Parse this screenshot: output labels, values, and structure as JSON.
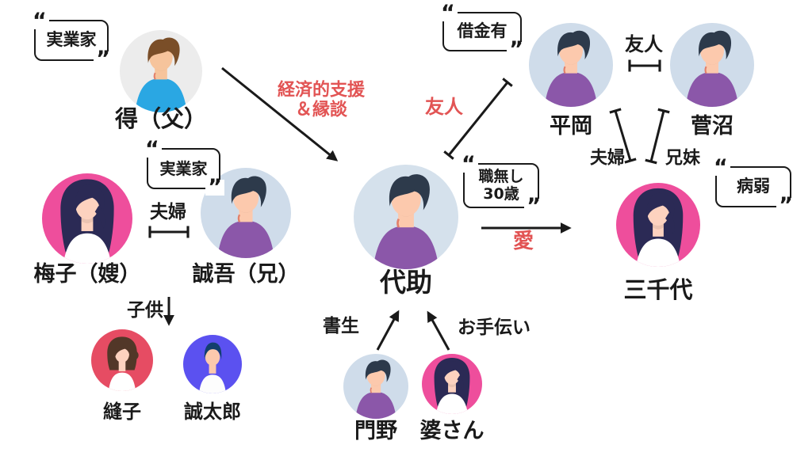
{
  "colors": {
    "relation_red": "#e25454",
    "text_black": "#1a1a1a",
    "line_black": "#1a1a1a"
  },
  "decor": {
    "open_quote": "“",
    "close_quote": "”"
  },
  "people": {
    "toku": {
      "name": "得（父）",
      "avatar": {
        "kind": "man",
        "bg": "#ececec",
        "hair": "#7a4e28",
        "shirt": "#2aa7e3",
        "skin": "#f6c49c"
      }
    },
    "hiraoka": {
      "name": "平岡",
      "avatar": {
        "kind": "man",
        "bg": "#cfdcea",
        "hair": "#2d3a4b",
        "shirt": "#8b57a9",
        "skin": "#fcc9ad"
      }
    },
    "suganuma": {
      "name": "菅沼",
      "avatar": {
        "kind": "man",
        "bg": "#cfdcea",
        "hair": "#2d3a4b",
        "shirt": "#8b57a9",
        "skin": "#fcc9ad"
      }
    },
    "daisuke": {
      "name": "代助",
      "avatar": {
        "kind": "man",
        "bg": "#d5e1ec",
        "hair": "#2d3a4b",
        "shirt": "#8b57a9",
        "skin": "#fcc9ad"
      }
    },
    "michiyo": {
      "name": "三千代",
      "avatar": {
        "kind": "woman",
        "bg": "#ee4e9c",
        "hair": "#2b2a55",
        "skin": "#fdd2bf",
        "top": "#ffffff"
      }
    },
    "umeko": {
      "name": "梅子（嫂）",
      "avatar": {
        "kind": "woman",
        "bg": "#ee4e9c",
        "hair": "#2b2a55",
        "skin": "#fdd2bf",
        "top": "#ffffff"
      }
    },
    "seigo": {
      "name": "誠吾（兄）",
      "avatar": {
        "kind": "man",
        "bg": "#cfdcea",
        "hair": "#2d3a4b",
        "shirt": "#8b57a9",
        "skin": "#fcc9ad"
      }
    },
    "nuiko": {
      "name": "縫子",
      "avatar": {
        "kind": "girl",
        "bg": "#e64c63",
        "hair": "#523728",
        "skin": "#fdd2bf",
        "top": "#ffffff"
      }
    },
    "seitaro": {
      "name": "誠太郎",
      "avatar": {
        "kind": "boy",
        "bg": "#5b51f0",
        "hair": "#123f6d",
        "skin": "#fcc9ad",
        "top": "#fdfdfd"
      }
    },
    "kadono": {
      "name": "門野",
      "avatar": {
        "kind": "man",
        "bg": "#cfdcea",
        "hair": "#2d3a4b",
        "shirt": "#8b57a9",
        "skin": "#fcc9ad"
      }
    },
    "basan": {
      "name": "婆さん",
      "avatar": {
        "kind": "woman",
        "bg": "#ee4e9c",
        "hair": "#2b2a55",
        "skin": "#fdd2bf",
        "top": "#ffffff"
      }
    }
  },
  "badges": {
    "toku": "実業家",
    "hiraoka": "借金有",
    "daisuke_line1": "職無し",
    "daisuke_line2": "30歳",
    "michiyo": "病弱",
    "seigo": "実業家"
  },
  "relations": {
    "economic_support_line1": "経済的支援",
    "economic_support_line2": "＆縁談",
    "friend_daisuke_hiraoka": "友人",
    "friend_hiraoka_suganuma": "友人",
    "couple_hiraoka_michiyo": "夫婦",
    "siblings_suganuma_michiyo": "兄妹",
    "love_daisuke_michiyo": "愛",
    "couple_umeko_seigo": "夫婦",
    "children_label": "子供",
    "houseboy_label": "書生",
    "helper_label": "お手伝い"
  }
}
